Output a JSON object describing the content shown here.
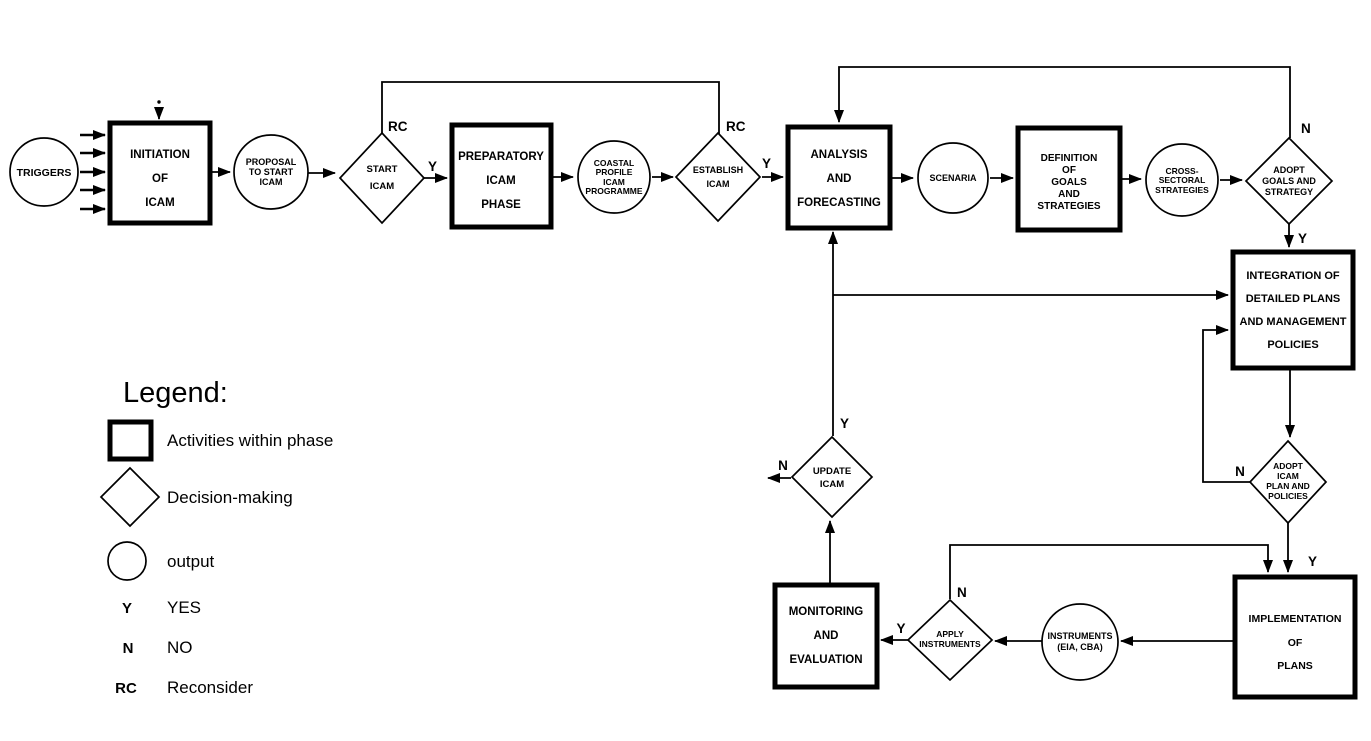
{
  "page": {
    "background_color": "#ffffff",
    "ink_color": "#000000"
  },
  "diagram": {
    "nodes": {
      "triggers": {
        "shape": "circle",
        "lines": [
          "TRIGGERS"
        ]
      },
      "initiation": {
        "shape": "box",
        "lines": [
          "INITIATION",
          "OF",
          "ICAM"
        ]
      },
      "proposal": {
        "shape": "circle",
        "lines": [
          "PROPOSAL",
          "TO START",
          "ICAM"
        ]
      },
      "start_icam": {
        "shape": "diamond",
        "lines": [
          "START",
          "ICAM"
        ]
      },
      "preparatory": {
        "shape": "box",
        "lines": [
          "PREPARATORY",
          "ICAM",
          "PHASE"
        ]
      },
      "coastal_profile": {
        "shape": "circle",
        "lines": [
          "COASTAL",
          "PROFILE",
          "ICAM",
          "PROGRAMME"
        ]
      },
      "establish_icam": {
        "shape": "diamond",
        "lines": [
          "ESTABLISH",
          "ICAM"
        ]
      },
      "analysis": {
        "shape": "box",
        "lines": [
          "ANALYSIS",
          "AND",
          "FORECASTING"
        ]
      },
      "scenaria": {
        "shape": "circle",
        "lines": [
          "SCENARIA"
        ]
      },
      "definition": {
        "shape": "box",
        "lines": [
          "DEFINITION",
          "OF",
          "GOALS",
          "AND",
          "STRATEGIES"
        ]
      },
      "cross_sectoral": {
        "shape": "circle",
        "lines": [
          "CROSS-",
          "SECTORAL",
          "STRATEGIES"
        ]
      },
      "adopt_goals": {
        "shape": "diamond",
        "lines": [
          "ADOPT",
          "GOALS AND",
          "STRATEGY"
        ]
      },
      "integration": {
        "shape": "box",
        "lines": [
          "INTEGRATION OF",
          "DETAILED PLANS",
          "AND MANAGEMENT",
          "POLICIES"
        ]
      },
      "adopt_icam": {
        "shape": "diamond",
        "lines": [
          "ADOPT",
          "ICAM",
          "PLAN AND",
          "POLICIES"
        ]
      },
      "implementation": {
        "shape": "box",
        "lines": [
          "IMPLEMENTATION",
          "OF",
          "PLANS"
        ]
      },
      "instruments": {
        "shape": "circle",
        "lines": [
          "INSTRUMENTS",
          "(EIA, CBA)"
        ]
      },
      "apply_instruments": {
        "shape": "diamond",
        "lines": [
          "APPLY",
          "INSTRUMENTS"
        ]
      },
      "monitoring": {
        "shape": "box",
        "lines": [
          "MONITORING",
          "AND",
          "EVALUATION"
        ]
      },
      "update_icam": {
        "shape": "diamond",
        "lines": [
          "UPDATE",
          "ICAM"
        ]
      }
    },
    "edge_labels": {
      "rc_start": "RC",
      "rc_establish": "RC",
      "y_start": "Y",
      "y_establish": "Y",
      "n_adopt_goals": "N",
      "y_adopt_goals": "Y",
      "n_adopt_icam": "N",
      "y_adopt_icam": "Y",
      "n_apply": "N",
      "y_apply": "Y",
      "y_update": "Y",
      "n_update": "N"
    }
  },
  "legend": {
    "title": "Legend:",
    "items": [
      {
        "symbol": "square",
        "label": "Activities within phase"
      },
      {
        "symbol": "diamond",
        "label": "Decision-making"
      },
      {
        "symbol": "circle",
        "label": "output"
      },
      {
        "symbol": "Y",
        "label": "YES"
      },
      {
        "symbol": "N",
        "label": "NO"
      },
      {
        "symbol": "RC",
        "label": "Reconsider"
      }
    ]
  }
}
